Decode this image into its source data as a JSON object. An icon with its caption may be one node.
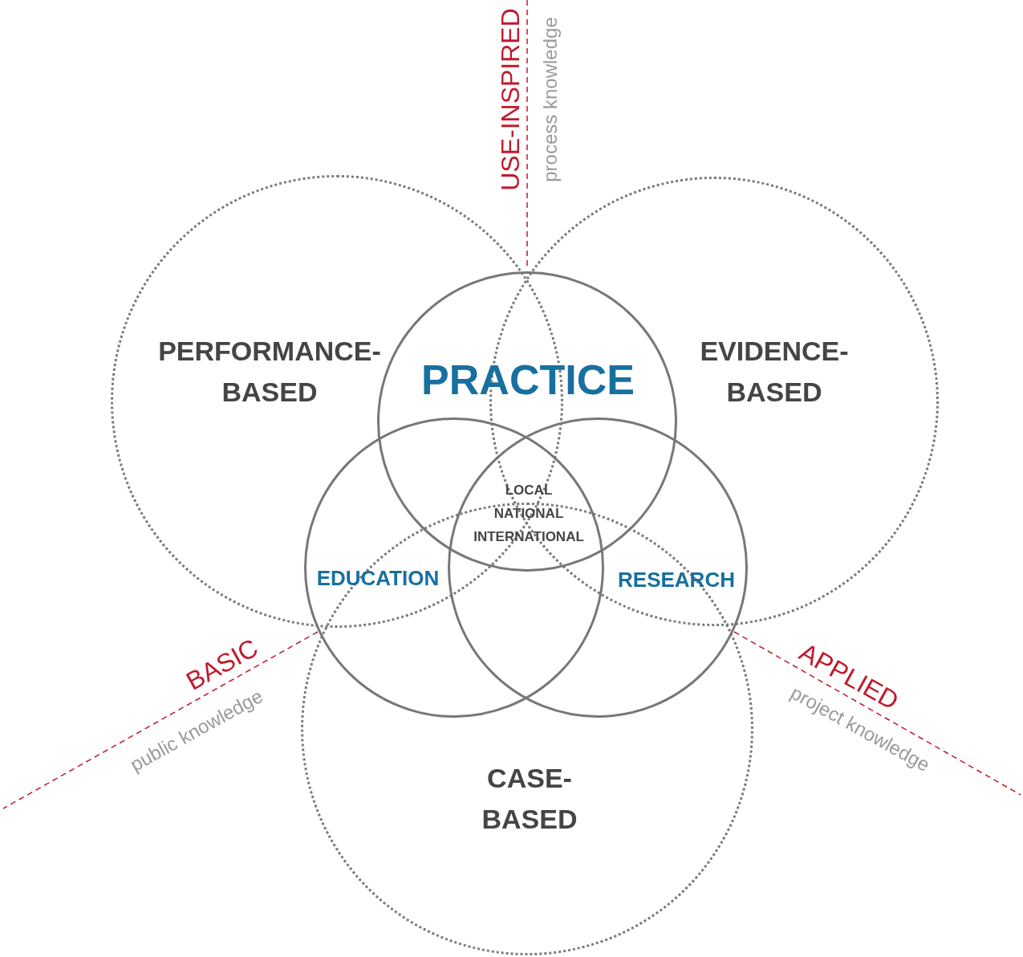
{
  "diagram": {
    "nodes": [
      {
        "text": [
          "PERFORMANCE- BASED"
        ]
      },
      {
        "text": [
          "EVIDENCE- BASED"
        ]
      },
      {
        "text": [
          "CASE- BASED"
        ]
      },
      {
        "text": [
          "PRACTICE"
        ]
      },
      {
        "text": [
          "EDUCATION"
        ]
      },
      {
        "text": [
          "RESEARCH"
        ]
      }
    ],
    "edges": [],
    "labels": [
      "USE-INSPIRED",
      "process knowledge",
      "LOCAL NATIONAL INTERNATIONAL",
      "BASIC",
      "public knowledge",
      "APPLIED",
      "project knowledge"
    ]
  }
}
